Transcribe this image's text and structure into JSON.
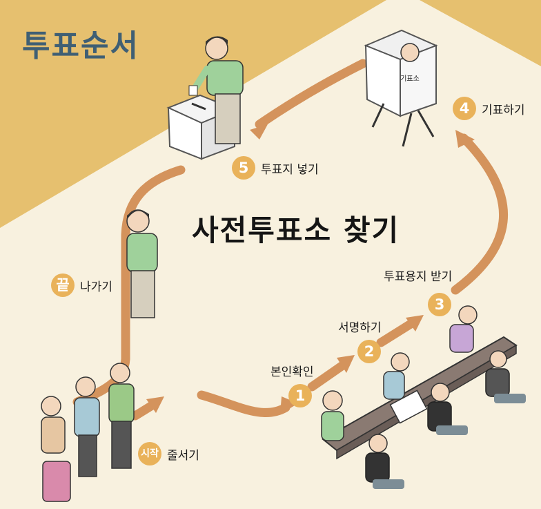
{
  "corner_title": "투표순서",
  "main_title": "사전투표소 찾기",
  "booth_sign": "기표소",
  "steps": {
    "start": {
      "badge": "시작",
      "label": "줄서기"
    },
    "s1": {
      "badge": "1",
      "label": "본인확인"
    },
    "s2": {
      "badge": "2",
      "label": "서명하기"
    },
    "s3": {
      "badge": "3",
      "label": "투표용지 받기"
    },
    "s4": {
      "badge": "4",
      "label": "기표하기"
    },
    "s5": {
      "badge": "5",
      "label": "투표지 넣기"
    },
    "end": {
      "badge": "끝",
      "label": "나가기"
    }
  },
  "colors": {
    "background": "#f8f1df",
    "corner_band": "#e6c06f",
    "arrow": "#d4935c",
    "badge": "#e9b25a",
    "title_blue": "#3f5f74"
  }
}
